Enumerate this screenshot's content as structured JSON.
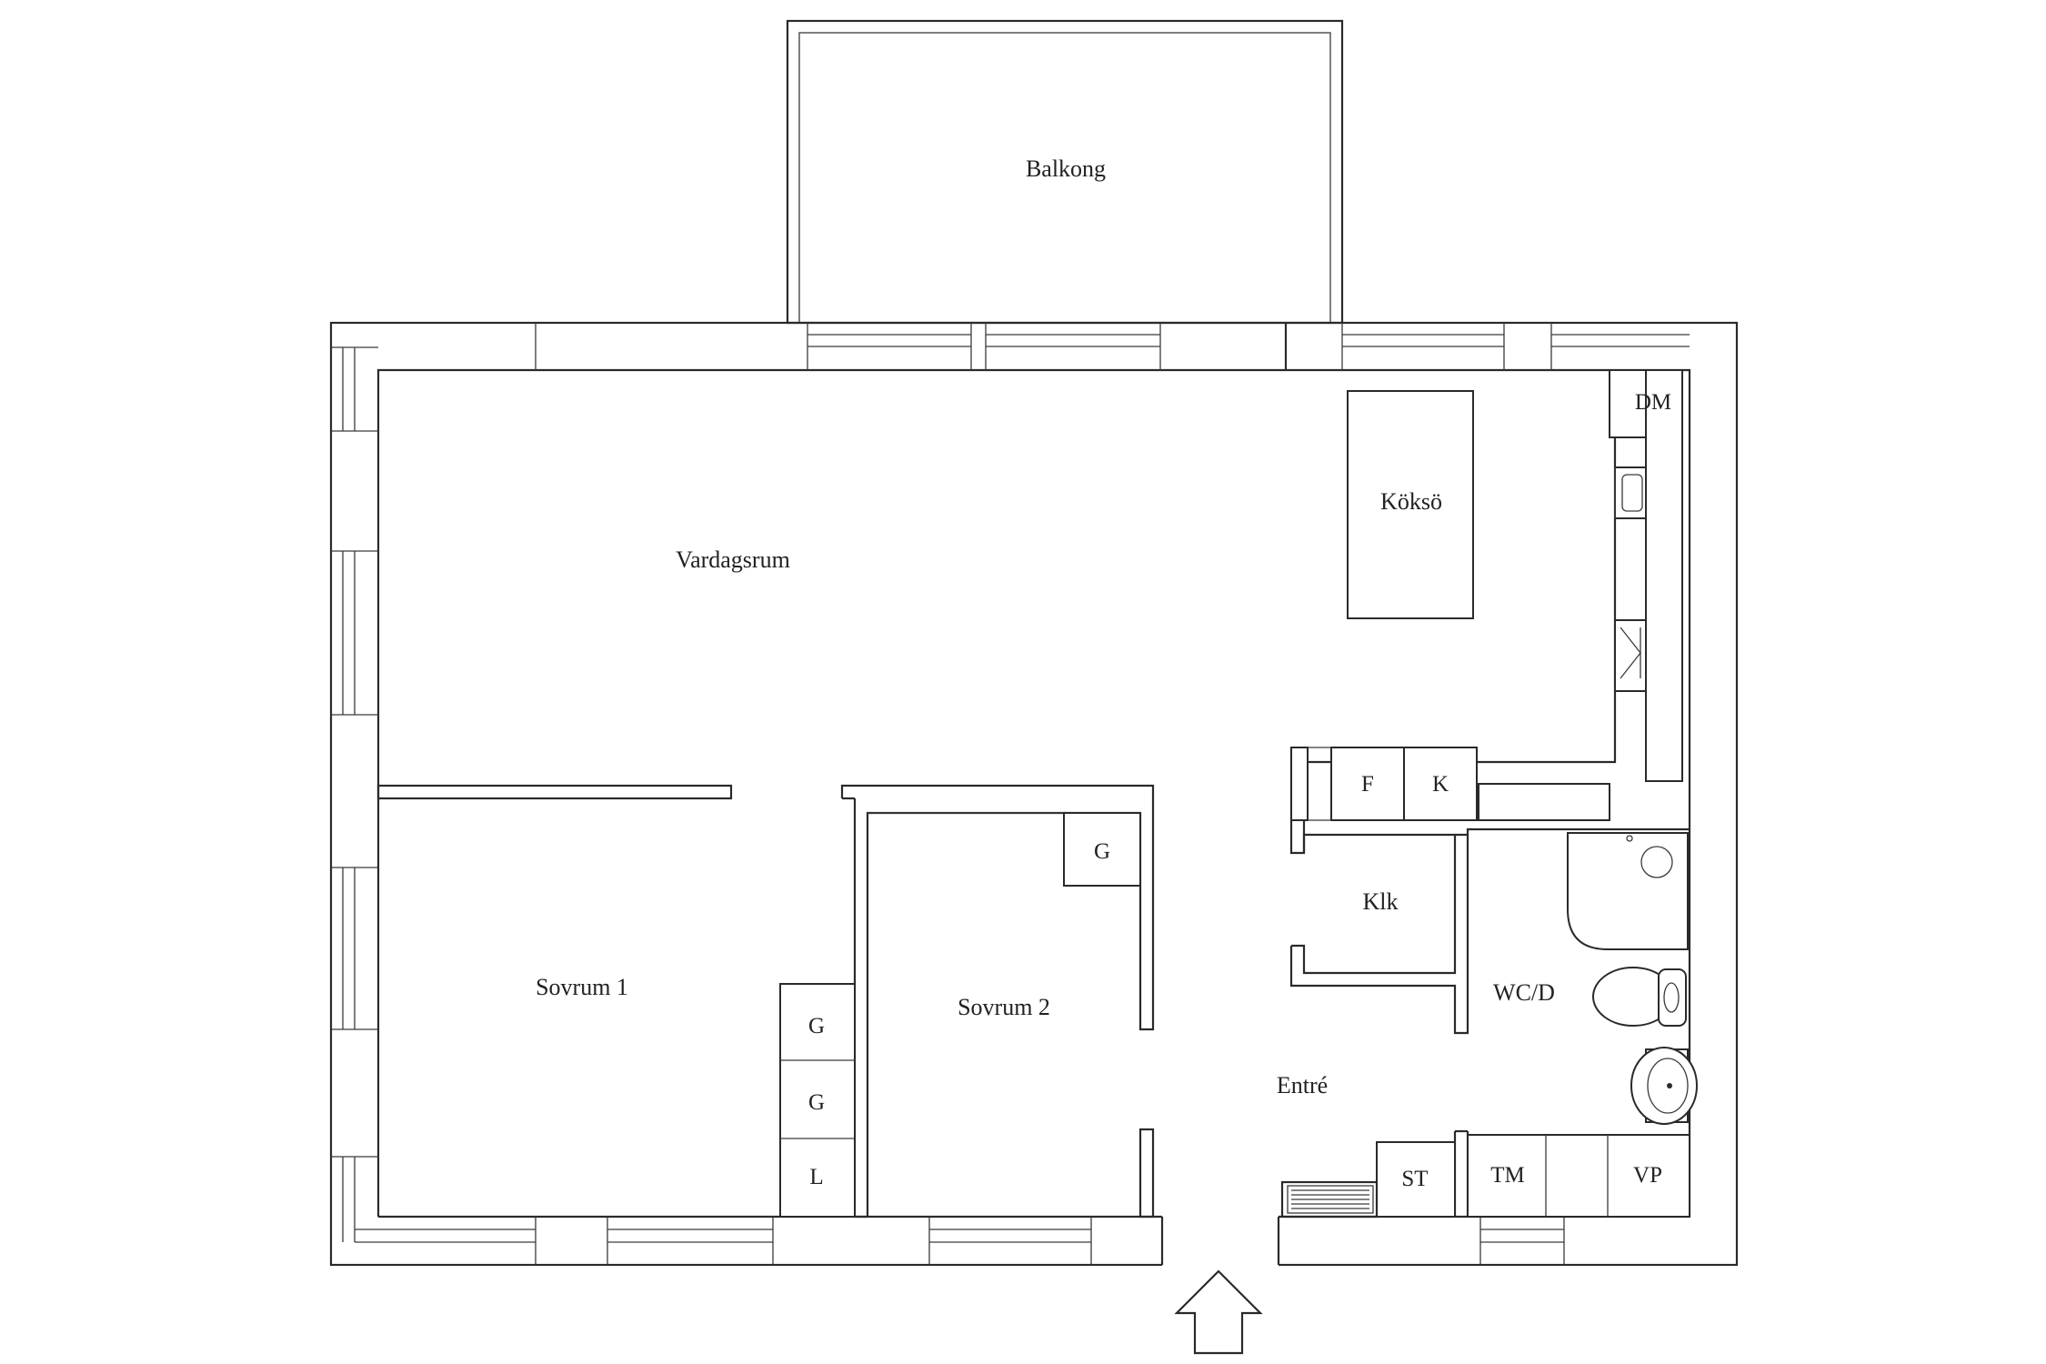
{
  "plan": {
    "rooms": {
      "balcony": "Balkong",
      "living_room": "Vardagsrum",
      "kitchen_island": "Köksö",
      "bedroom_1": "Sovrum 1",
      "bedroom_2": "Sovrum 2",
      "walk_in_closet": "Klk",
      "bathroom": "WC/D",
      "hallway": "Entré"
    },
    "fixtures": {
      "dishwasher": "DM",
      "fridge": "F",
      "freezer": "K",
      "wardrobe_bedroom2": "G",
      "wardrobe_bedroom1_a": "G",
      "wardrobe_bedroom1_b": "G",
      "linen_closet": "L",
      "storage": "ST",
      "washing_machine": "TM",
      "water_heater": "VP"
    }
  }
}
